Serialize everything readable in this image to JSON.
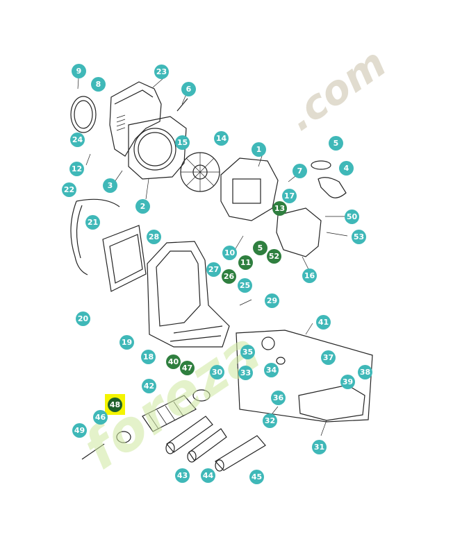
{
  "diagram": {
    "callouts": [
      {
        "id": "c9",
        "label": "9"
      },
      {
        "id": "c8",
        "label": "8"
      },
      {
        "id": "c23",
        "label": "23"
      },
      {
        "id": "c6",
        "label": "6"
      },
      {
        "id": "c24",
        "label": "24"
      },
      {
        "id": "c15",
        "label": "15"
      },
      {
        "id": "c14",
        "label": "14"
      },
      {
        "id": "c1",
        "label": "1"
      },
      {
        "id": "c5a",
        "label": "5"
      },
      {
        "id": "c4",
        "label": "4"
      },
      {
        "id": "c7",
        "label": "7"
      },
      {
        "id": "c12",
        "label": "12"
      },
      {
        "id": "c3",
        "label": "3"
      },
      {
        "id": "c2",
        "label": "2"
      },
      {
        "id": "c22",
        "label": "22"
      },
      {
        "id": "c17",
        "label": "17"
      },
      {
        "id": "c13",
        "label": "13"
      },
      {
        "id": "c50",
        "label": "50"
      },
      {
        "id": "c21",
        "label": "21"
      },
      {
        "id": "c53",
        "label": "53"
      },
      {
        "id": "c28",
        "label": "28"
      },
      {
        "id": "c10",
        "label": "10"
      },
      {
        "id": "c5b",
        "label": "5"
      },
      {
        "id": "c52",
        "label": "52"
      },
      {
        "id": "c11",
        "label": "11"
      },
      {
        "id": "c16",
        "label": "16"
      },
      {
        "id": "c27",
        "label": "27"
      },
      {
        "id": "c26",
        "label": "26"
      },
      {
        "id": "c25",
        "label": "25"
      },
      {
        "id": "c29",
        "label": "29"
      },
      {
        "id": "c20",
        "label": "20"
      },
      {
        "id": "c41",
        "label": "41"
      },
      {
        "id": "c19",
        "label": "19"
      },
      {
        "id": "c35",
        "label": "35"
      },
      {
        "id": "c37",
        "label": "37"
      },
      {
        "id": "c18",
        "label": "18"
      },
      {
        "id": "c40",
        "label": "40"
      },
      {
        "id": "c47",
        "label": "47"
      },
      {
        "id": "c30",
        "label": "30"
      },
      {
        "id": "c33",
        "label": "33"
      },
      {
        "id": "c34",
        "label": "34"
      },
      {
        "id": "c38",
        "label": "38"
      },
      {
        "id": "c39",
        "label": "39"
      },
      {
        "id": "c42",
        "label": "42"
      },
      {
        "id": "c36",
        "label": "36"
      },
      {
        "id": "c48",
        "label": "48"
      },
      {
        "id": "c46",
        "label": "46"
      },
      {
        "id": "c32",
        "label": "32"
      },
      {
        "id": "c49",
        "label": "49"
      },
      {
        "id": "c31",
        "label": "31"
      },
      {
        "id": "c43",
        "label": "43"
      },
      {
        "id": "c44",
        "label": "44"
      },
      {
        "id": "c45",
        "label": "45"
      }
    ],
    "watermark": {
      "brand": "foreza",
      "suffix": ".com"
    },
    "colors": {
      "callout": "#3fb8b8",
      "callout_alt": "#2f7f3f",
      "highlight": "#f4f400",
      "line": "#222222"
    }
  }
}
